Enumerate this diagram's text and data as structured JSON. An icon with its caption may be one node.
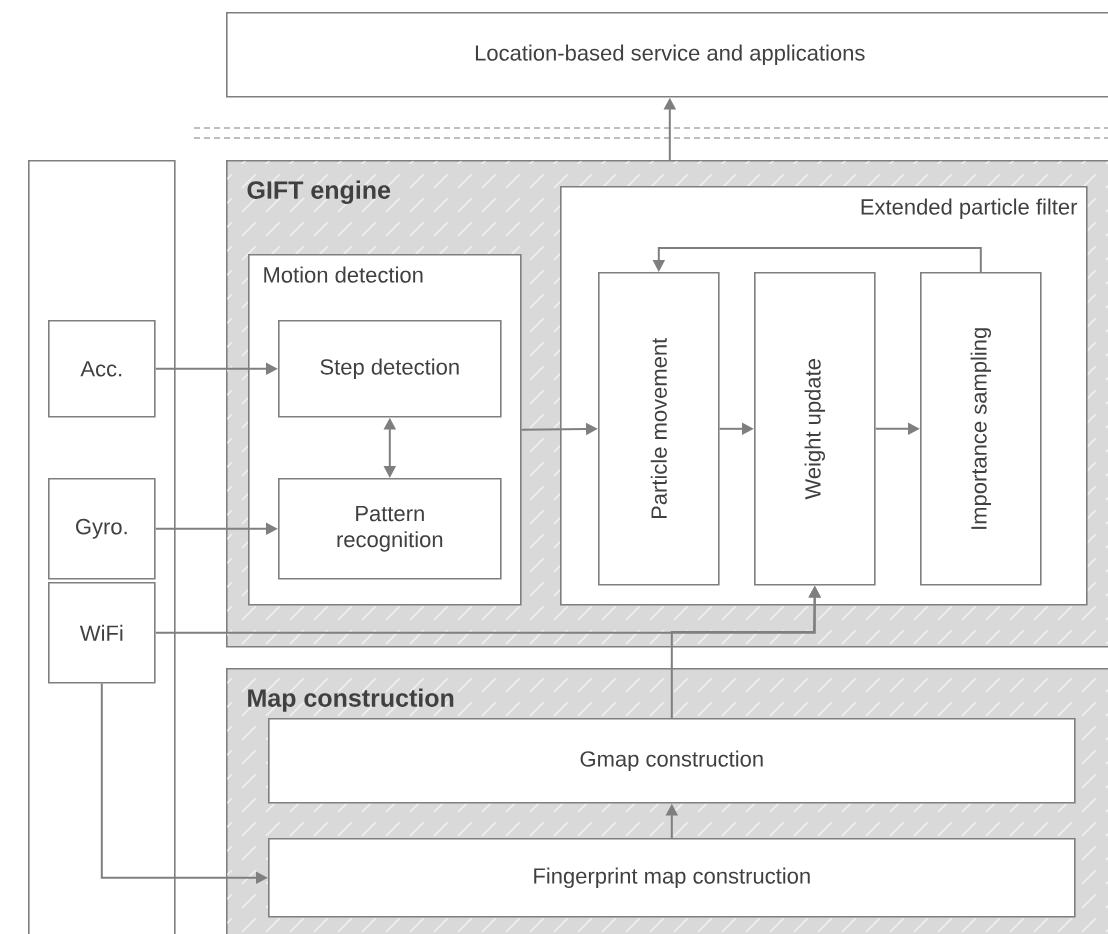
{
  "diagram": {
    "nodes": [
      {
        "text": [
          "Location-based service and applications"
        ]
      },
      {
        "text": [],
        "shape": "box"
      },
      {
        "text": [
          "Acc."
        ],
        "in": 1
      },
      {
        "text": [
          "Gyro."
        ],
        "in": 1
      },
      {
        "text": [
          "WiFi"
        ],
        "in": 1
      },
      {
        "text": [
          "GIFT engine"
        ]
      },
      {
        "text": [
          "Motion detection"
        ],
        "in": 5
      },
      {
        "text": [
          "Step detection"
        ],
        "in": 6
      },
      {
        "text": [
          "Pattern recognition"
        ],
        "in": 6
      },
      {
        "text": [
          "Extended particle filter"
        ],
        "in": 5
      },
      {
        "text": [
          "Particle movement"
        ],
        "in": 9
      },
      {
        "text": [
          "Weight update"
        ],
        "in": 9
      },
      {
        "text": [
          "Importance sampling"
        ],
        "in": 9
      },
      {
        "text": [
          "Map construction"
        ]
      },
      {
        "text": [
          "Gmap construction"
        ],
        "in": 13
      },
      {
        "text": [
          "Fingerprint map construction"
        ],
        "in": 13
      }
    ],
    "edges": [
      {
        "from": 5,
        "to": 0,
        "arrow": "to"
      },
      {
        "from": 2,
        "to": 7,
        "arrow": "to"
      },
      {
        "from": 3,
        "to": 8,
        "arrow": "to"
      },
      {
        "from": 7,
        "to": 8,
        "arrow": "both"
      },
      {
        "from": 6,
        "to": 10,
        "arrow": "to"
      },
      {
        "from": 10,
        "to": 11,
        "arrow": "to"
      },
      {
        "from": 11,
        "to": 12,
        "arrow": "to"
      },
      {
        "from": 12,
        "to": 10,
        "arrow": "to"
      },
      {
        "from": 4,
        "to": 11,
        "arrow": "to"
      },
      {
        "from": 14,
        "to": 11,
        "arrow": "to"
      },
      {
        "from": 4,
        "to": 15,
        "arrow": "to"
      },
      {
        "from": 15,
        "to": 14,
        "arrow": "to"
      }
    ]
  }
}
